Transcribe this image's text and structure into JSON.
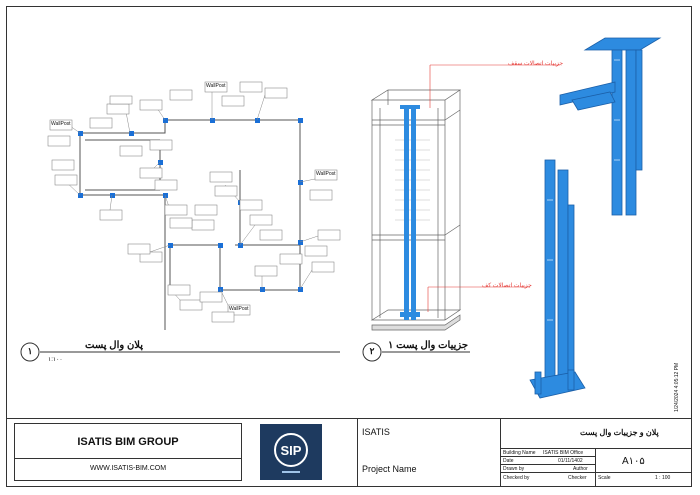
{
  "views": [
    {
      "number": "۱",
      "title": "پلان وال پست",
      "scale": "۱:۱۰۰"
    },
    {
      "number": "۲",
      "title": "جزییات وال پست ۱"
    }
  ],
  "annotations": {
    "ceiling_connection": "جزییات اتصالات سقف",
    "floor_connection": "جزییات اتصالات کف"
  },
  "tag_text": "WallPost",
  "titleblock": {
    "company": "ISATIS BIM GROUP",
    "website": "WWW.ISATIS-BIM.COM",
    "client": "ISATIS",
    "project_name": "Project Name",
    "sheet_title": "پلان و جزییات وال پست",
    "rows": [
      {
        "label": "Building Name",
        "value": "ISATIS BIM Office"
      },
      {
        "label": "Date",
        "value": "01/11/1402"
      },
      {
        "label": "Drawn by",
        "value": "Author"
      },
      {
        "label": "Checked by",
        "value": "Checker"
      }
    ],
    "scale_label": "Scale",
    "scale_value": "1 : 100",
    "sheet_number": "A۱۰۵",
    "timestamp": "1/24/2024 4:05:12 PM"
  },
  "colors": {
    "steel": "#2d8be0",
    "steel_dark": "#1b5fa8",
    "annotation": "#e53935"
  }
}
